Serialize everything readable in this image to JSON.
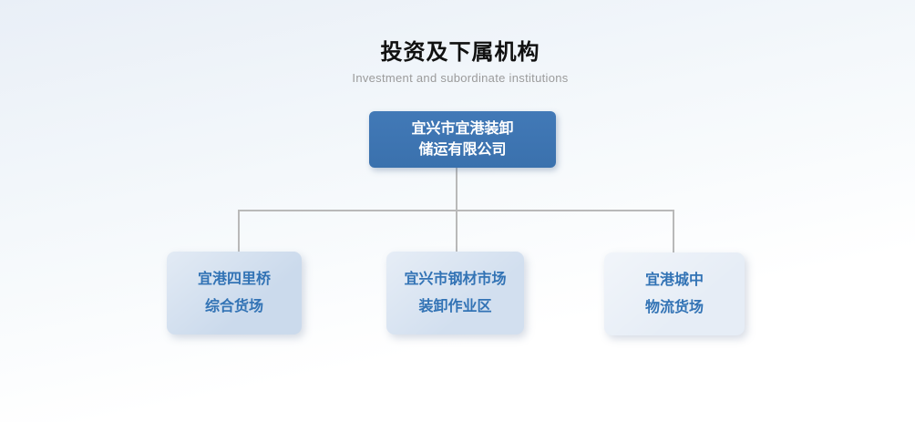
{
  "header": {
    "title": "投资及下属机构",
    "subtitle": "Investment and subordinate institutions"
  },
  "org_chart": {
    "type": "org-tree",
    "root": {
      "line1": "宜兴市宜港装卸",
      "line2": "储运有限公司"
    },
    "children": [
      {
        "line1": "宜港四里桥",
        "line2": "综合货场"
      },
      {
        "line1": "宜兴市钢材市场",
        "line2": "装卸作业区"
      },
      {
        "line1": "宜港城中",
        "line2": "物流货场"
      }
    ]
  },
  "colors": {
    "title_text": "#111111",
    "subtitle_text": "#9b9b9b",
    "root_bg": "#3d76b4",
    "root_text": "#ffffff",
    "child1_bg": "#cbdaec",
    "child2_bg": "#d2dfef",
    "child3_bg": "#e6edf6",
    "child_text": "#3273b5",
    "connector": "#b9b9b9",
    "bg_top": "#e9eff7",
    "bg_bottom": "#ffffff"
  }
}
